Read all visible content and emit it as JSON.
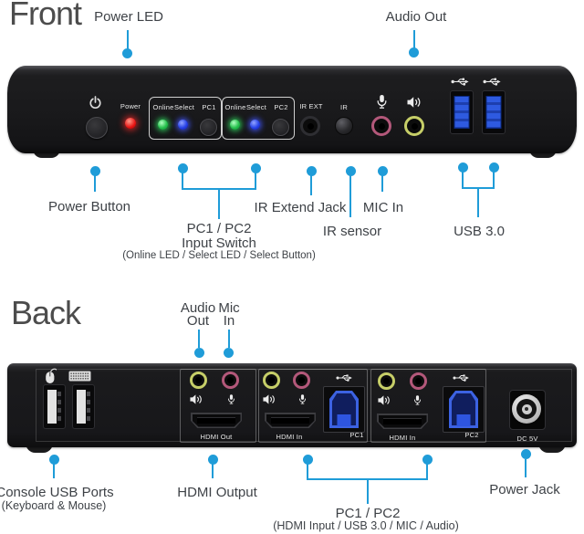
{
  "colors": {
    "callout_blue": "#1f9cd8",
    "text_dark": "#3e4247",
    "heading_gray": "#4c4c4c",
    "panel_black": "#19191b",
    "led_red": "#e81414",
    "led_green": "#27c24e",
    "led_blue": "#2742e8",
    "jack_pink": "#b3587a",
    "jack_green": "#c6ce68",
    "usb_blue": "#2e5ae0"
  },
  "front": {
    "heading": "Front",
    "top_callouts": {
      "power_led": "Power LED",
      "audio_out": "Audio Out"
    },
    "panel": {
      "power_label": "Power",
      "group1": {
        "online": "Online",
        "select": "Select",
        "pc": "PC1"
      },
      "group2": {
        "online": "Online",
        "select": "Select",
        "pc": "PC2"
      },
      "ir_ext": "IR EXT",
      "ir": "IR"
    },
    "bottom_callouts": {
      "power_button": "Power Button",
      "input_switch_line1": "PC1 / PC2",
      "input_switch_line2": "Input Switch",
      "input_switch_line3": "(Online LED / Select LED / Select Button)",
      "ir_extend_jack": "IR Extend Jack",
      "ir_sensor": "IR sensor",
      "mic_in": "MIC In",
      "usb30": "USB 3.0"
    }
  },
  "back": {
    "heading": "Back",
    "top_callouts": {
      "audio_line1": "Audio",
      "audio_line2": "Out",
      "mic_line1": "Mic",
      "mic_line2": "In"
    },
    "panel": {
      "hdmi_out": "HDMI Out",
      "pc1_hdmi": "HDMI In",
      "pc1_usb": "PC1",
      "pc2_hdmi": "HDMI In",
      "pc2_usb": "PC2",
      "dc": "DC 5V"
    },
    "bottom_callouts": {
      "console_line1": "Console USB Ports",
      "console_line2": "(Keyboard & Mouse)",
      "hdmi_output": "HDMI Output",
      "pc_line1": "PC1 / PC2",
      "pc_line2": "(HDMI Input / USB 3.0 / MIC / Audio)",
      "power_jack": "Power Jack"
    }
  },
  "icons": {
    "power-icon": "power symbol",
    "mic-icon": "microphone",
    "speaker-icon": "speaker / audio out",
    "usb-icon": "USB trident",
    "mouse-icon": "mouse",
    "keyboard-icon": "keyboard"
  }
}
